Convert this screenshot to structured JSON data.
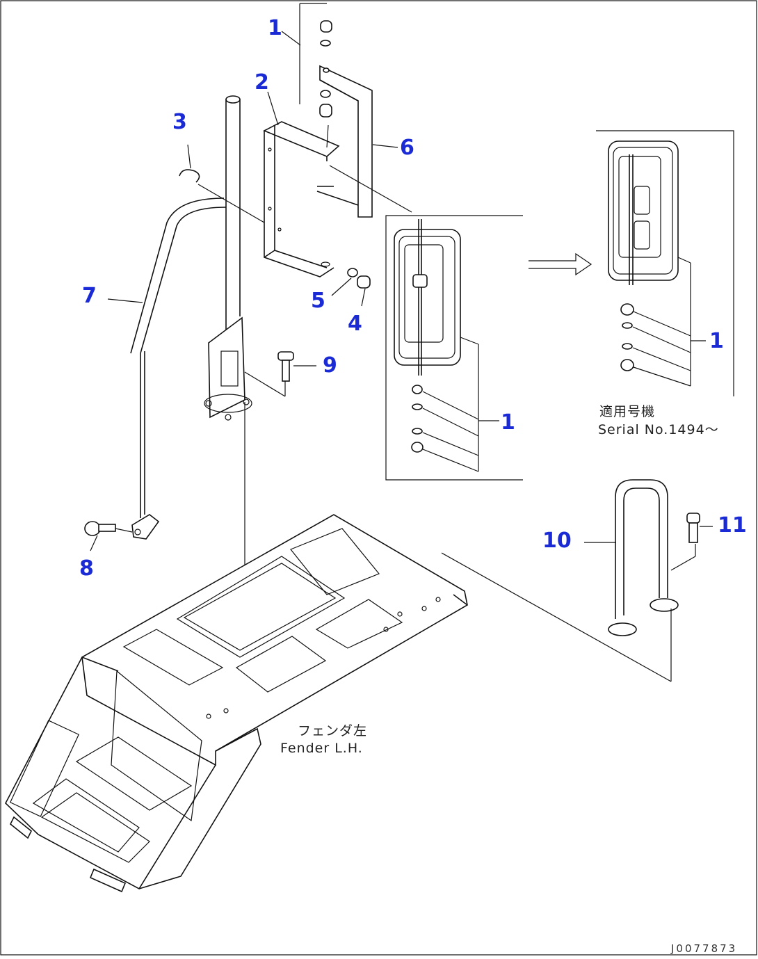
{
  "callouts": {
    "c1a": "1",
    "c2": "2",
    "c3": "3",
    "c4": "4",
    "c5": "5",
    "c6": "6",
    "c7": "7",
    "c8": "8",
    "c9": "9",
    "c1b": "1",
    "c1c": "1",
    "c10": "10",
    "c11": "11"
  },
  "notes": {
    "serial_jp": "適用号機",
    "serial_en": "Serial No.1494〜",
    "fender_jp": "フェンダ左",
    "fender_en": "Fender L.H."
  },
  "drawing_code": "J0077873",
  "colors": {
    "callout": "#1a2bd6",
    "line": "#111111"
  }
}
